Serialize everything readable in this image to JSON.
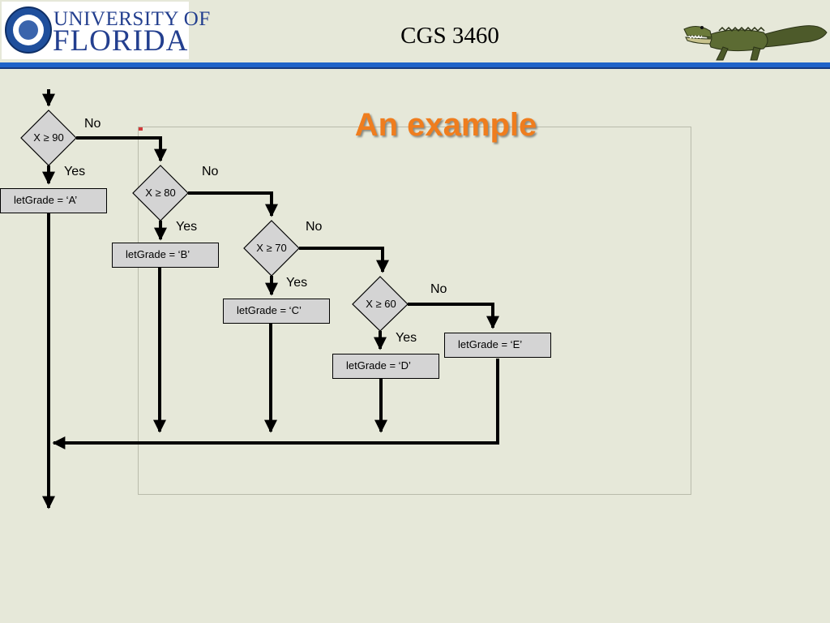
{
  "header": {
    "logo_line1": "UNIVERSITY OF",
    "logo_line2": "FLORIDA",
    "course": "CGS 3460"
  },
  "title": "An example",
  "flowchart": {
    "conditions": [
      "X ≥ 90",
      "X ≥ 80",
      "X ≥ 70",
      "X ≥ 60"
    ],
    "assignments": [
      "letGrade = ‘A’",
      "letGrade = ‘B’",
      "letGrade = ‘C’",
      "letGrade = ‘D’",
      "letGrade = ‘E’"
    ],
    "yes_label": "Yes",
    "no_label": "No"
  },
  "icons": {
    "logo": "university-seal-icon",
    "mascot": "alligator-icon"
  },
  "colors": {
    "title": "#ef7d1e",
    "header_rule": "#1f63c9",
    "logo_text": "#233f8f",
    "box_fill": "#d4d4d4",
    "background": "#e6e8d9"
  }
}
